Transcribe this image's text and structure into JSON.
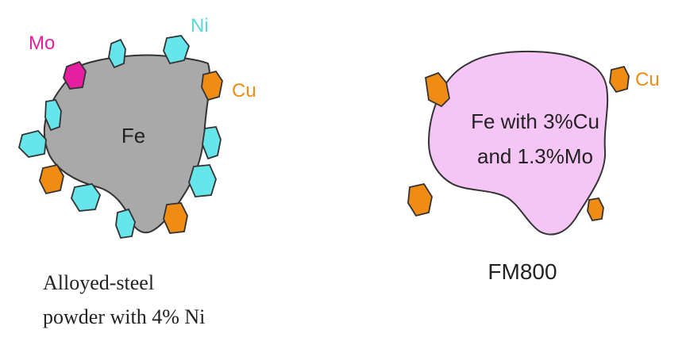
{
  "left_panel": {
    "core_label": "Fe",
    "additive_labels": {
      "mo": "Mo",
      "ni": "Ni",
      "cu": "Cu"
    },
    "caption_lines": [
      "Alloyed-steel",
      "powder with 4% Ni"
    ]
  },
  "right_panel": {
    "core_label_lines": [
      "Fe with 3%Cu",
      "and 1.3%Mo"
    ],
    "additive_labels": {
      "cu": "Cu"
    },
    "caption": "FM800"
  },
  "colors": {
    "fe_core": "#a9a9a9",
    "fm800_core": "#f5c6f5",
    "ni_particle": "#66e6ea",
    "cu_particle": "#f08c14",
    "mo_particle": "#e61ea0",
    "ni_label": "#5ad8dc",
    "cu_label": "#f08c14",
    "mo_label": "#e61ea0",
    "outline": "#333333"
  }
}
